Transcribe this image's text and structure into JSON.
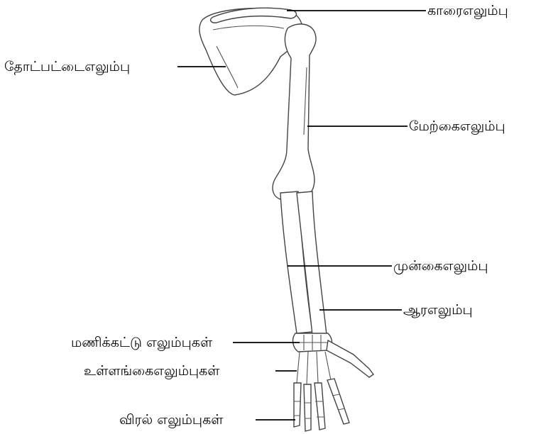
{
  "labels": {
    "clavicle": "காரைஎலும்பு",
    "scapula": "தோட்பட்டைஎலும்பு",
    "humerus": "மேற்கைஎலும்பு",
    "ulna": "முன்கைஎலும்பு",
    "radius": "ஆரஎலும்பு",
    "carpals": "மணிக்கட்டு எலும்புகள்",
    "metacarpals": "உள்ளங்கைஎலும்புகள்",
    "phalanges": "விரல் எலும்புகள்"
  }
}
